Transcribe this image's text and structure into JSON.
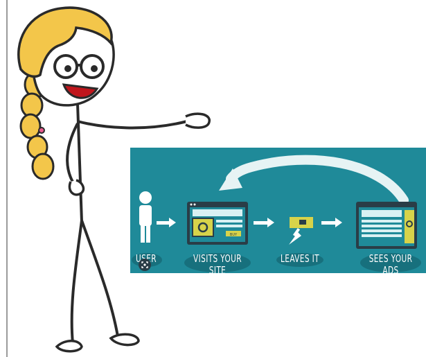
{
  "diagram": {
    "steps": [
      {
        "label": "USER"
      },
      {
        "label_line1": "VISITS YOUR",
        "label_line2": "SITE"
      },
      {
        "label": "LEAVES IT"
      },
      {
        "label_line1": "SEES YOUR",
        "label_line2": "ADS"
      }
    ],
    "tag_text": "BUY"
  },
  "colors": {
    "panel": "#1f8a99",
    "hair": "#f3c64a",
    "accent": "#d7d34a",
    "mouth": "#c0161c"
  },
  "icons": {
    "expand": "expand-icon"
  }
}
